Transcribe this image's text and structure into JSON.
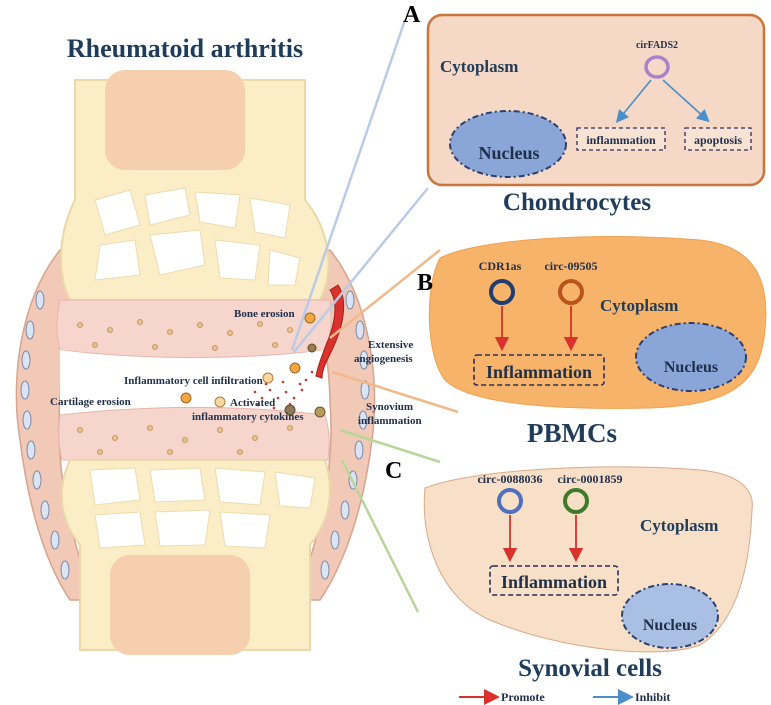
{
  "left": {
    "title": "Rheumatoid arthritis",
    "labels": {
      "bone_erosion": "Bone erosion",
      "inflammatory_cell_infiltration": "Inflammatory cell infiltration",
      "activated_line1": "Activated",
      "activated_line2": "inflammatory cytokines",
      "cartilage_erosion": "Cartilage erosion",
      "extensive_line1": "Extensive",
      "extensive_line2": "angiogenesis",
      "synovium_line1": "Synovium",
      "synovium_line2": "inflammation"
    }
  },
  "panel_a": {
    "letter": "A",
    "cytoplasm": "Cytoplasm",
    "circrna": "cirFADS2",
    "nucleus": "Nucleus",
    "target1": "inflammation",
    "target2": "apoptosis",
    "caption": "Chondrocytes",
    "colors": {
      "fill": "#f6d8c6",
      "border": "#c8743a"
    }
  },
  "panel_b": {
    "letter": "B",
    "circrna1": "CDR1as",
    "circrna2": "circ-09505",
    "cytoplasm": "Cytoplasm",
    "target": "Inflammation",
    "nucleus": "Nucleus",
    "caption": "PBMCs",
    "colors": {
      "fill": "#f7b36a"
    }
  },
  "panel_c": {
    "letter": "C",
    "circrna1": "circ-0088036",
    "circrna2": "circ-0001859",
    "cytoplasm": "Cytoplasm",
    "target": "Inflammation",
    "nucleus": "Nucleus",
    "caption": "Synovial cells",
    "colors": {
      "fill": "#f7dfc8"
    }
  },
  "legend": {
    "promote": "Promote",
    "inhibit": "Inhibit",
    "colors": {
      "promote": "#d9312b",
      "inhibit": "#4a8fc9"
    }
  }
}
